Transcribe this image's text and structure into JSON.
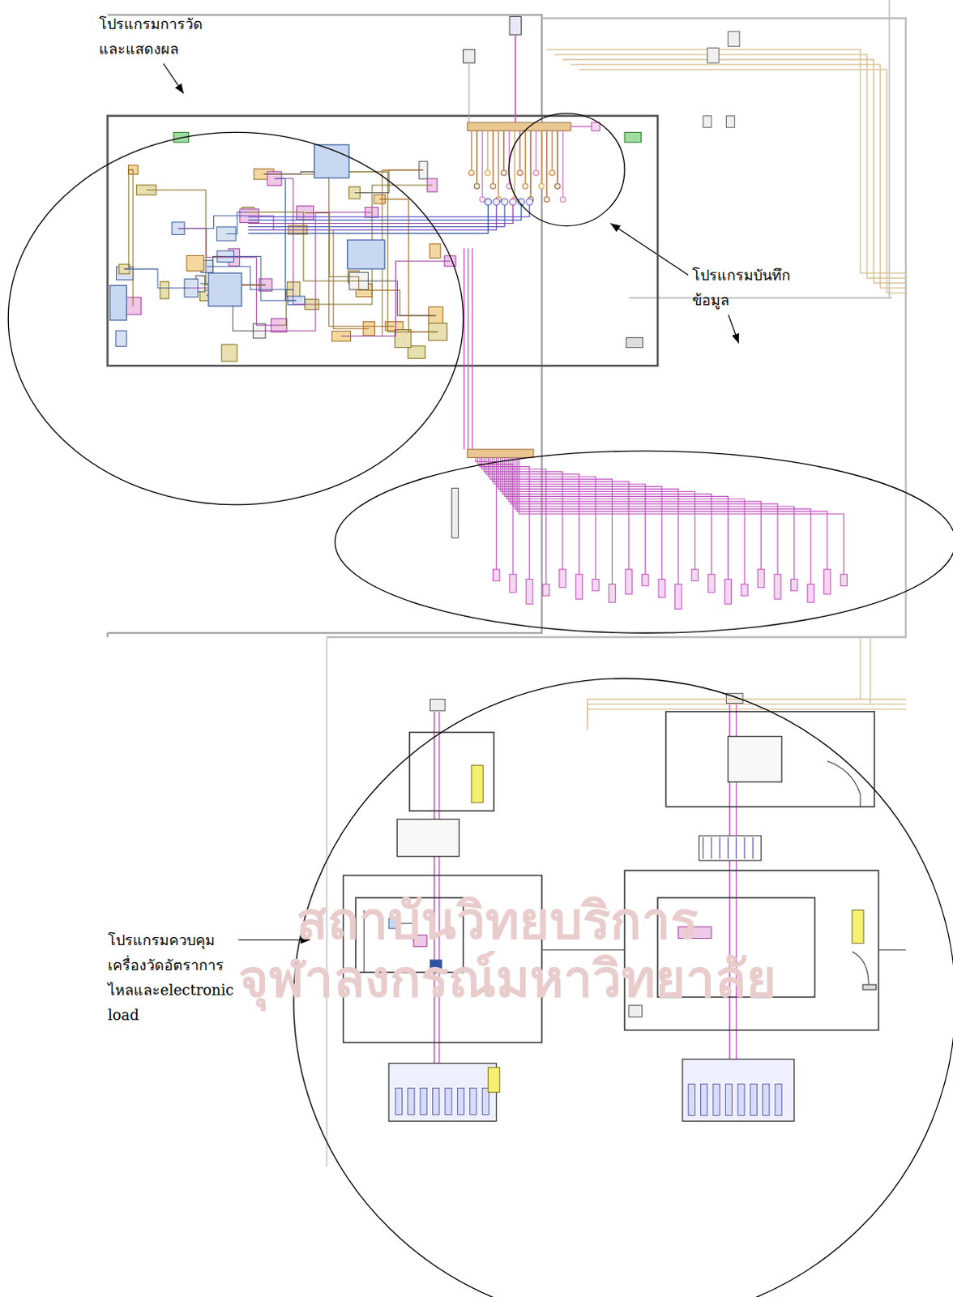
{
  "diagram": {
    "labels": [
      "โปรแกรมการวัด และแสดงผล",
      "โปรแกรมบันทึก ข้อมูล",
      "โปรแกรมควบคุม เครื่องวัดอัตราการ ไหลและelectronic load",
      "สถาบันวิทยบริการ",
      "จุฬาลงกรณ์มหาวิทยาลัย"
    ]
  }
}
